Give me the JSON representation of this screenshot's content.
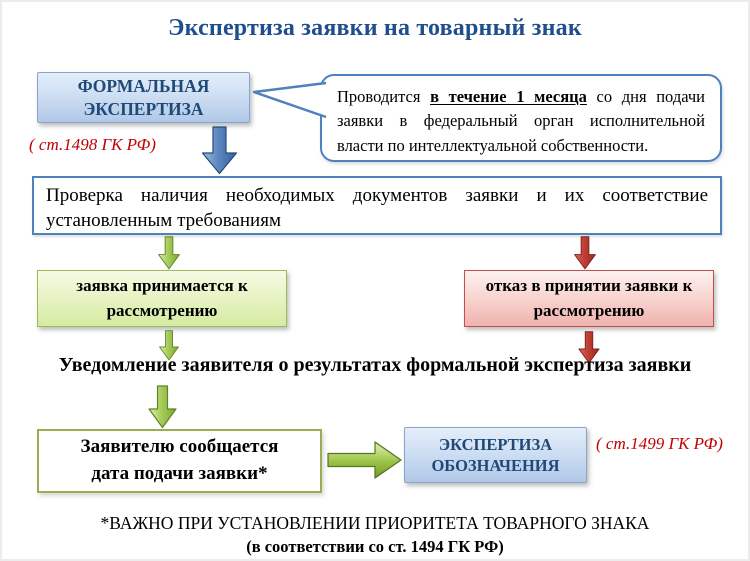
{
  "title": "Экспертиза заявки на товарный знак",
  "colors": {
    "title_blue": "#1F4E8C",
    "node_text_blue": "#1F4976",
    "ref_red": "#C00000",
    "border_blue": "#4F81BD",
    "border_green": "#9BBB59",
    "border_red": "#C0504D",
    "border_olive": "#9AAD52",
    "arrow_green": "#79A82C",
    "arrow_red": "#9A2A22",
    "arrow_blue": "#34619F"
  },
  "nodes": {
    "formal": {
      "label": "ФОРМАЛЬНАЯ ЭКСПЕРТИЗА",
      "ref": "( ст.1498 ГК РФ)"
    },
    "callout": {
      "prefix": "Проводится ",
      "emphasis": "в течение 1 месяца",
      "suffix": " со дня подачи заявки в федеральный орган исполнительной власти по интеллектуальной собственности."
    },
    "check": {
      "label": "Проверка наличия необходимых документов заявки и их соответствие установленным требованиям"
    },
    "accept": {
      "label": "заявка принимается к рассмотрению"
    },
    "reject": {
      "label": "отказ в принятии заявки к рассмотрению"
    },
    "notification": {
      "label": "Уведомление заявителя о результатах формальной экспертиза заявки"
    },
    "filing_date": {
      "label": "Заявителю сообщается дата подачи заявки*"
    },
    "designation": {
      "label": "ЭКСПЕРТИЗА ОБОЗНАЧЕНИЯ",
      "ref": "( ст.1499 ГК РФ)"
    }
  },
  "footnote": {
    "line1": "*ВАЖНО ПРИ УСТАНОВЛЕНИИ ПРИОРИТЕТА ТОВАРНОГО ЗНАКА",
    "line2": "(в соответствии со ст. 1494 ГК РФ)"
  },
  "icons": {
    "blue_down_arrow": "flow arrow: formal examination to document check",
    "green_down_arrow_1": "flow arrow: check to acceptance",
    "red_down_arrow_1": "flow arrow: check to refusal",
    "green_down_arrow_2": "flow arrow: acceptance to notification",
    "red_down_arrow_2": "flow arrow: refusal to notification",
    "green_down_arrow_3": "flow arrow: notification to filing date",
    "green_right_arrow": "flow arrow: filing date to designation examination",
    "callout_pointer": "speech bubble pointer"
  }
}
